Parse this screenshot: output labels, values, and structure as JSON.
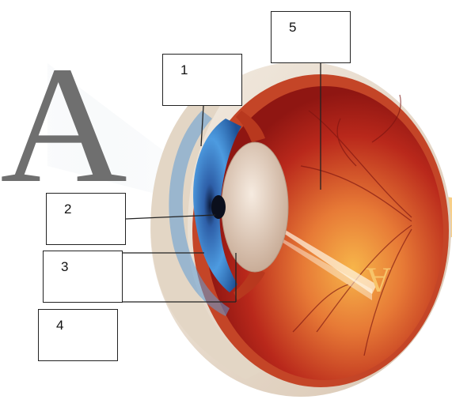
{
  "letter_object": "A",
  "labels": {
    "l1": "1",
    "l2": "2",
    "l3": "3",
    "l4": "4",
    "l5": "5"
  },
  "colors": {
    "sclera": "#e9dccb",
    "choroid": "#c44527",
    "interior": "#b22418",
    "iris": "#2c6fb7",
    "lens": "#dcc9b6",
    "optic_nerve": "#f2a848"
  }
}
